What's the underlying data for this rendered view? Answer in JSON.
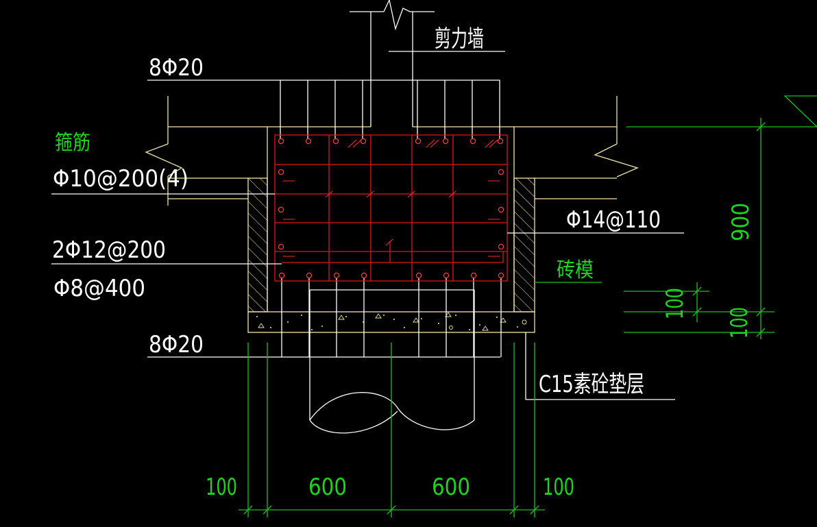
{
  "labels": {
    "shear_wall": "剪力墙",
    "top_bars": "8Φ20",
    "stirrup_title": "箍筋",
    "stirrup_spec": "Φ10@200(4)",
    "side_bars": "2Φ12@200",
    "tie_bars": "Φ8@400",
    "distribution_bars": "Φ14@110",
    "brick_form": "砖模",
    "bottom_bars": "8Φ20",
    "cushion": "C15素砼垫层"
  },
  "dimensions": {
    "bottom": [
      "100",
      "600",
      "600",
      "100"
    ],
    "right_total": "900",
    "right_inner": "100",
    "right_outer": "100"
  },
  "colors": {
    "background": "#000000",
    "text_white": "#ffffff",
    "text_green": "#1fd31f",
    "rebar_red": "#e01616",
    "outline_yellow": "#f2e6a6",
    "dimension_green": "#19c419"
  }
}
